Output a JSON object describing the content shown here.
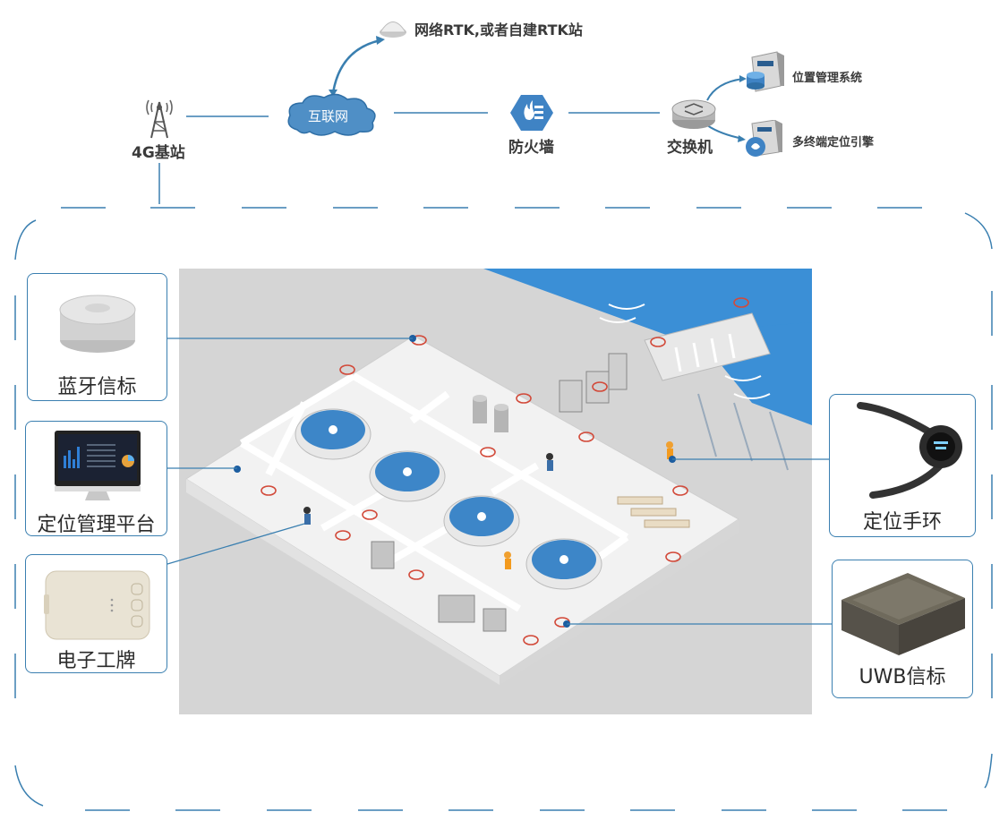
{
  "network": {
    "rtk_label": "网络RTK,或者自建RTK站",
    "base_station_label": "4G基站",
    "internet_label": "互联网",
    "firewall_label": "防火墙",
    "switch_label": "交换机",
    "location_system_label": "位置管理系统",
    "multi_state_label": "多终端定位引擎"
  },
  "devices": {
    "bluetooth_beacon": "蓝牙信标",
    "management_platform": "定位管理平台",
    "electronic_badge": "电子工牌",
    "positioning_bracelet": "定位手环",
    "uwb_beacon": "UWB信标"
  },
  "colors": {
    "line": "#3a7fb0",
    "cloud": "#4f8fc6",
    "scene_bg": "#d5d5d5",
    "water": "#3b8fd6"
  }
}
